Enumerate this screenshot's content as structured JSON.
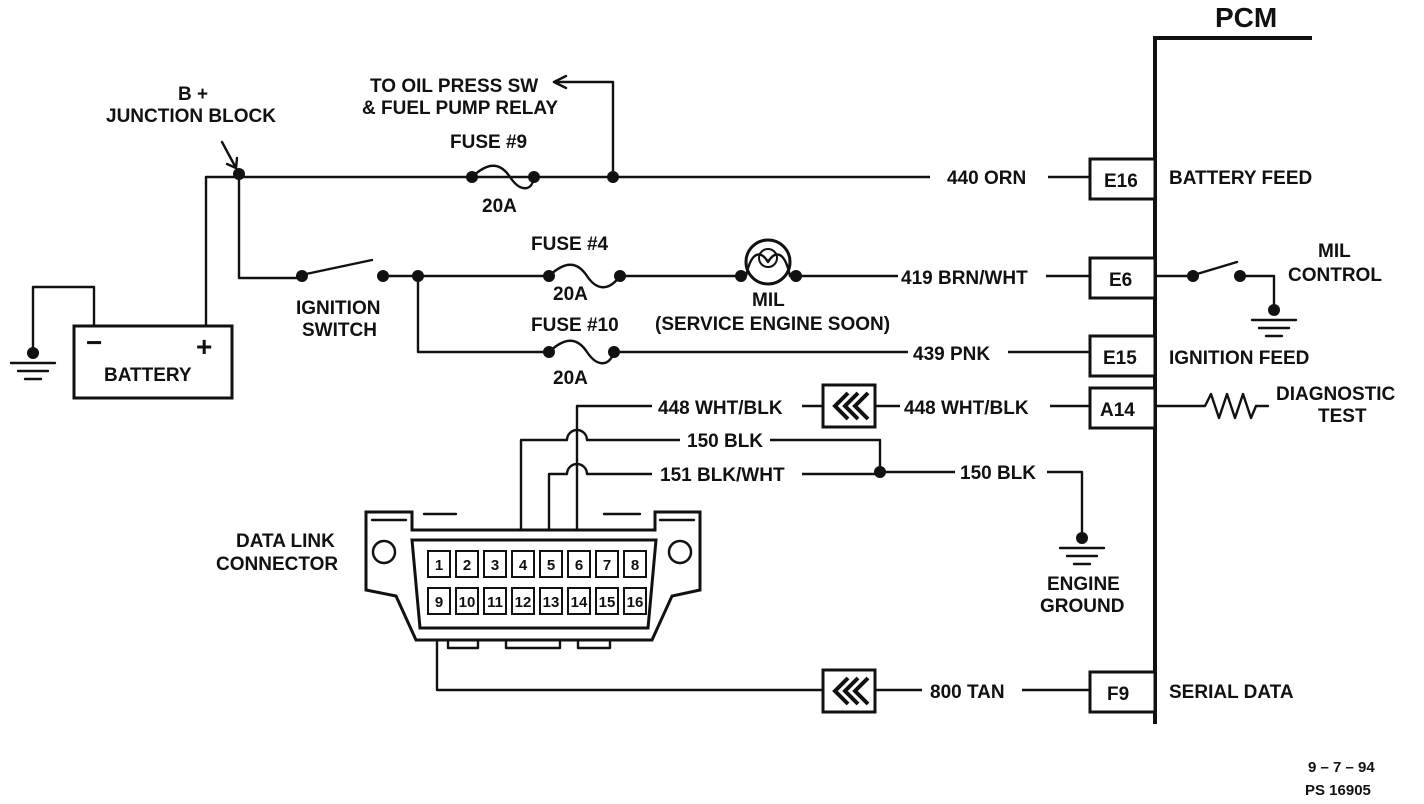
{
  "pcm": {
    "title": "PCM",
    "pins": {
      "e16": {
        "id": "E16",
        "label": "BATTERY FEED",
        "wire": "440 ORN"
      },
      "e6": {
        "id": "E6",
        "wire": "419 BRN/WHT"
      },
      "e15": {
        "id": "E15",
        "label": "IGNITION FEED",
        "wire": "439 PNK"
      },
      "a14": {
        "id": "A14",
        "wire": "448 WHT/BLK"
      },
      "f9": {
        "id": "F9",
        "label": "SERIAL DATA",
        "wire": "800 TAN"
      }
    },
    "mil_control": [
      "MIL",
      "CONTROL"
    ],
    "diagnostic_test": [
      "DIAGNOSTIC",
      "TEST"
    ]
  },
  "junction_block": [
    "B +",
    "JUNCTION BLOCK"
  ],
  "oil_press_note": [
    "TO OIL PRESS SW",
    "& FUEL PUMP RELAY"
  ],
  "fuses": {
    "f9": {
      "name": "FUSE #9",
      "rating": "20A"
    },
    "f4": {
      "name": "FUSE #4",
      "rating": "20A"
    },
    "f10": {
      "name": "FUSE #10",
      "rating": "20A"
    }
  },
  "ignition_switch": [
    "IGNITION",
    "SWITCH"
  ],
  "battery": {
    "label": "BATTERY",
    "neg": "−",
    "pos": "+"
  },
  "mil": [
    "MIL",
    "(SERVICE ENGINE SOON)"
  ],
  "dlc": {
    "label": [
      "DATA LINK",
      "CONNECTOR"
    ],
    "pins_top": [
      "1",
      "2",
      "3",
      "4",
      "5",
      "6",
      "7",
      "8"
    ],
    "pins_bottom": [
      "9",
      "10",
      "11",
      "12",
      "13",
      "14",
      "15",
      "16"
    ]
  },
  "wires": {
    "dlc_448": "448 WHT/BLK",
    "dlc_150": "150 BLK",
    "dlc_151": "151 BLK/WHT",
    "ground_150": "150 BLK"
  },
  "engine_ground": [
    "ENGINE",
    "GROUND"
  ],
  "footer": [
    "9 – 7 – 94",
    "PS 16905"
  ]
}
